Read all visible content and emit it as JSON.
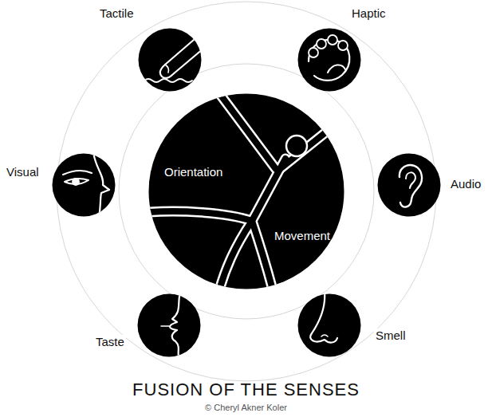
{
  "diagram": {
    "title": "FUSION OF THE SENSES",
    "caption": "© Cheryl Akner Koler",
    "nodes": [
      {
        "text": [
          "Tactile"
        ]
      },
      {
        "text": [
          "Haptic"
        ]
      },
      {
        "text": [
          "Visual"
        ]
      },
      {
        "text": [
          "Orientation",
          "Movement"
        ]
      },
      {
        "text": [
          "Audio"
        ]
      },
      {
        "text": [
          "Taste"
        ]
      },
      {
        "text": [
          "Smell"
        ]
      }
    ]
  }
}
